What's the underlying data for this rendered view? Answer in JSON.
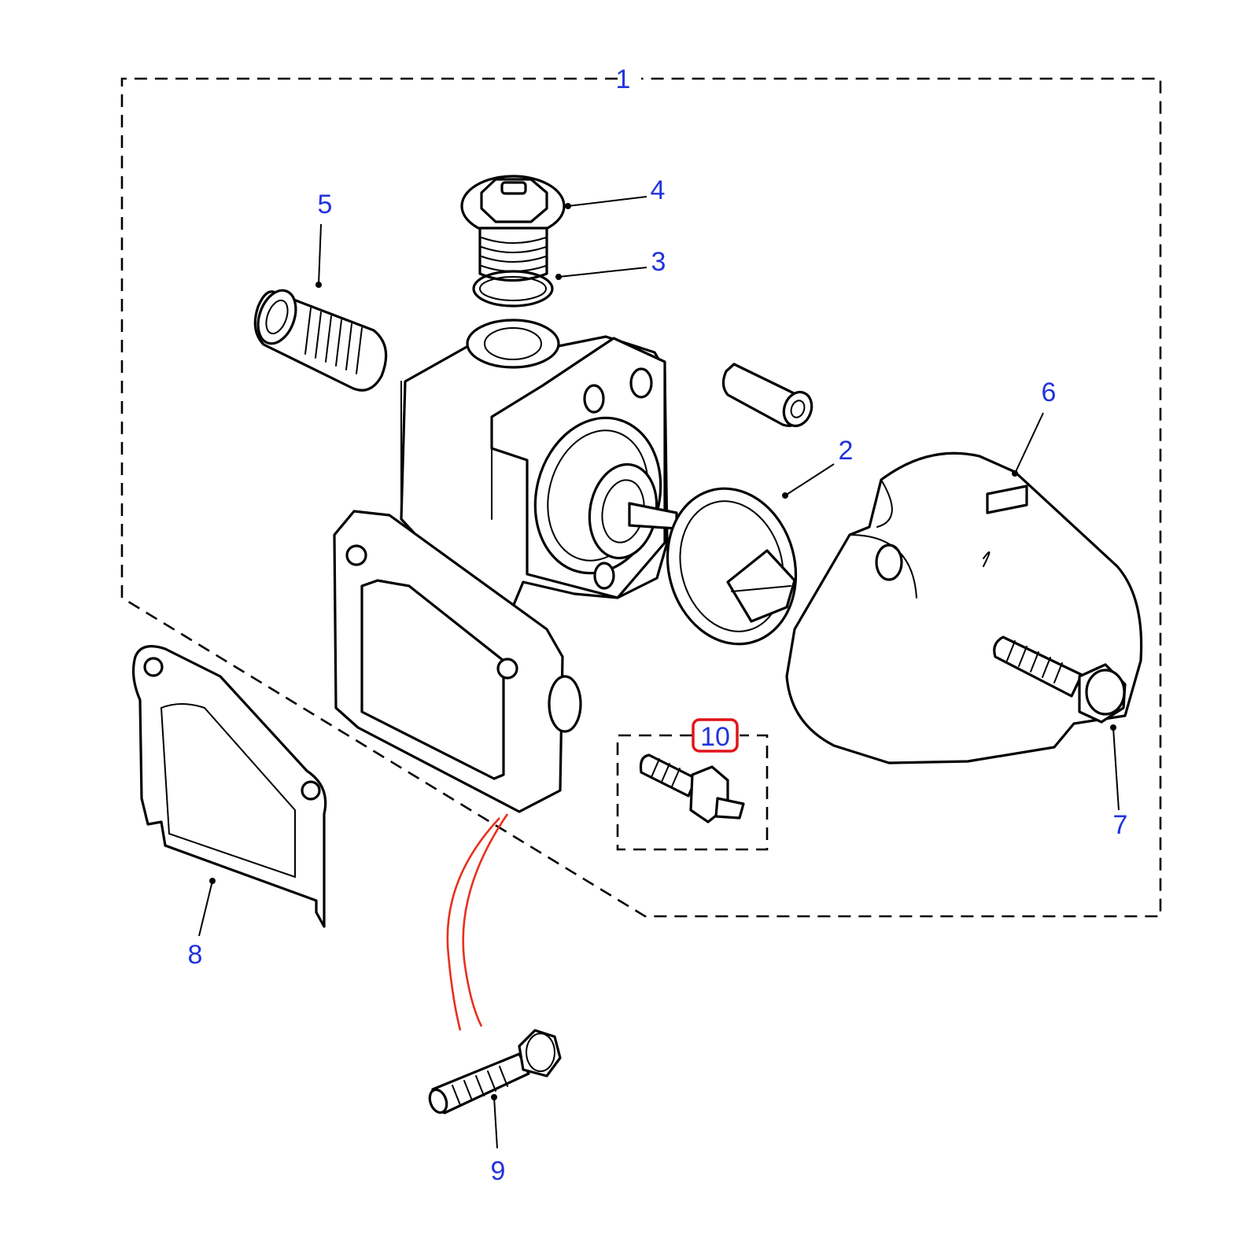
{
  "diagram": {
    "callouts": [
      {
        "id": "1",
        "label": "1"
      },
      {
        "id": "2",
        "label": "2"
      },
      {
        "id": "3",
        "label": "3"
      },
      {
        "id": "4",
        "label": "4"
      },
      {
        "id": "5",
        "label": "5"
      },
      {
        "id": "6",
        "label": "6"
      },
      {
        "id": "7",
        "label": "7"
      },
      {
        "id": "8",
        "label": "8"
      },
      {
        "id": "9",
        "label": "9"
      },
      {
        "id": "10",
        "label": "10"
      }
    ],
    "highlighted_callout": "10",
    "colors": {
      "callout_text": "#2233dd",
      "highlight": "#e0141a",
      "line_art": "#000000",
      "background": "#ffffff"
    }
  }
}
